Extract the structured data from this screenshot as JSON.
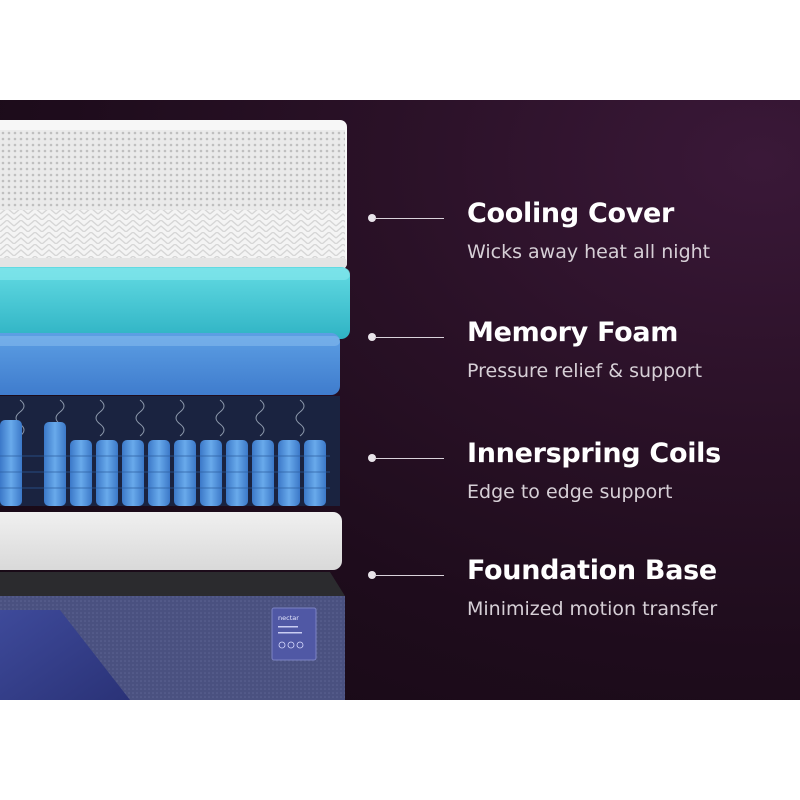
{
  "panel": {
    "background": "#1e0c1c",
    "accent_text": "#ffffff",
    "subtext_color": "#d6cfd6"
  },
  "mattress": {
    "brand": "nectar"
  },
  "features": [
    {
      "title": "Cooling Cover",
      "subtitle": "Wicks away heat all night"
    },
    {
      "title": "Memory Foam",
      "subtitle": "Pressure relief & support"
    },
    {
      "title": "Innerspring Coils",
      "subtitle": "Edge to edge support"
    },
    {
      "title": "Foundation Base",
      "subtitle": "Minimized motion transfer"
    }
  ]
}
